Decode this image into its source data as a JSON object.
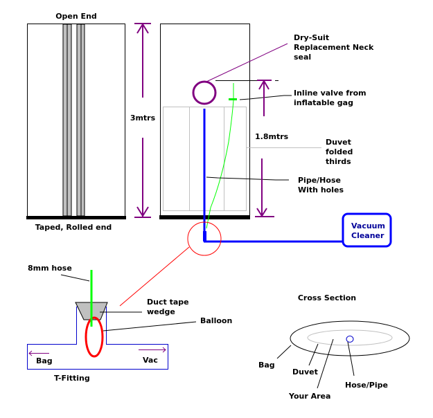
{
  "colors": {
    "outline": "#000000",
    "stripe_fill": "#c0c0c0",
    "duvet": "#c0c0c0",
    "dimension": "#800080",
    "pipe": "#0000ff",
    "hose": "#00ff00",
    "zoom_circle": "#ff0000",
    "balloon": "#ff0000",
    "vacuum_text": "#000099",
    "fitting": "#0000cc",
    "wedge_fill": "#c0c0c0"
  },
  "labels": {
    "open_end": "Open End",
    "taped_end": "Taped, Rolled end",
    "length_total": "3mtrs",
    "length_duvet": "1.8mtrs",
    "neck_seal": [
      "Dry-Suit",
      "Replacement Neck",
      "seal"
    ],
    "inline_valve": [
      "Inline valve from",
      "inflatable gag"
    ],
    "duvet": [
      "Duvet",
      "folded",
      "thirds"
    ],
    "pipe": [
      "Pipe/Hose",
      "With holes"
    ],
    "vacuum": [
      "Vacuum",
      "Cleaner"
    ]
  },
  "detail": {
    "hose": "8mm hose",
    "wedge": [
      "Duct tape",
      "wedge"
    ],
    "balloon": "Balloon",
    "bag_dir": "Bag",
    "vac_dir": "Vac",
    "title": "T-Fitting"
  },
  "cross_section": {
    "title": "Cross Section",
    "bag": "Bag",
    "duvet": "Duvet",
    "your_area": "Your Area",
    "hose_pipe": "Hose/Pipe"
  }
}
